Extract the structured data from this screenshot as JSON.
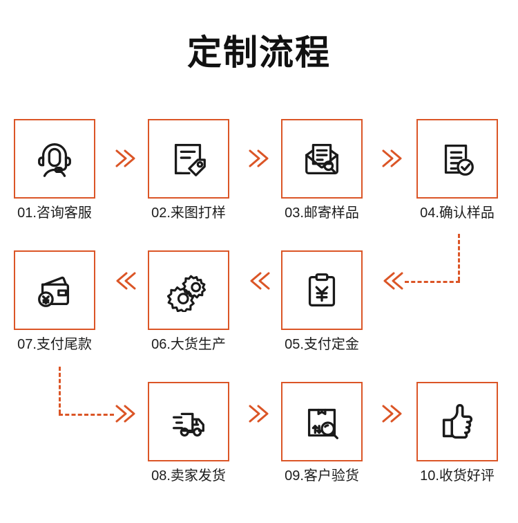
{
  "page": {
    "title": "定制流程",
    "accent_color": "#DB5526",
    "icon_color": "#1a1a1a",
    "text_color": "#1c1c1c",
    "background_color": "#ffffff"
  },
  "steps": [
    {
      "number": "01",
      "label": "01.咨询客服",
      "icon": "headset-customer-service-icon",
      "row": 1,
      "col": 1
    },
    {
      "number": "02",
      "label": "02.来图打样",
      "icon": "document-tag-sample-icon",
      "row": 1,
      "col": 2
    },
    {
      "number": "03",
      "label": "03.邮寄样品",
      "icon": "envelope-mail-document-icon",
      "row": 1,
      "col": 3
    },
    {
      "number": "04",
      "label": "04.确认样品",
      "icon": "document-check-icon",
      "row": 1,
      "col": 4
    },
    {
      "number": "07",
      "label": "07.支付尾款",
      "icon": "wallet-yuan-icon",
      "row": 2,
      "col": 1
    },
    {
      "number": "06",
      "label": "06.大货生产",
      "icon": "gears-production-icon",
      "row": 2,
      "col": 2
    },
    {
      "number": "05",
      "label": "05.支付定金",
      "icon": "clipboard-yuan-icon",
      "row": 2,
      "col": 3
    },
    {
      "number": "08",
      "label": "08.卖家发货",
      "icon": "delivery-truck-icon",
      "row": 3,
      "col": 2
    },
    {
      "number": "09",
      "label": "09.客户验货",
      "icon": "box-magnifier-inspect-icon",
      "row": 3,
      "col": 3
    },
    {
      "number": "10",
      "label": "10.收货好评",
      "icon": "thumbs-up-icon",
      "row": 3,
      "col": 4
    }
  ],
  "arrows": [
    {
      "name": "arrow-01-to-02",
      "direction": "right",
      "glyph": "»"
    },
    {
      "name": "arrow-02-to-03",
      "direction": "right",
      "glyph": "»"
    },
    {
      "name": "arrow-03-to-04",
      "direction": "right",
      "glyph": "»"
    },
    {
      "name": "arrow-06-to-07",
      "direction": "left",
      "glyph": "«"
    },
    {
      "name": "arrow-05-to-06",
      "direction": "left",
      "glyph": "«"
    },
    {
      "name": "arrow-04-to-05",
      "direction": "left",
      "glyph": "«"
    },
    {
      "name": "arrow-07-to-08",
      "direction": "right",
      "glyph": "»"
    },
    {
      "name": "arrow-08-to-09",
      "direction": "right",
      "glyph": "»"
    },
    {
      "name": "arrow-09-to-10",
      "direction": "right",
      "glyph": "»"
    }
  ],
  "connectors": [
    {
      "name": "connector-row1-to-row2",
      "style": "dashed",
      "color": "#DB5526"
    },
    {
      "name": "connector-row2-to-row3",
      "style": "dashed",
      "color": "#DB5526"
    }
  ]
}
